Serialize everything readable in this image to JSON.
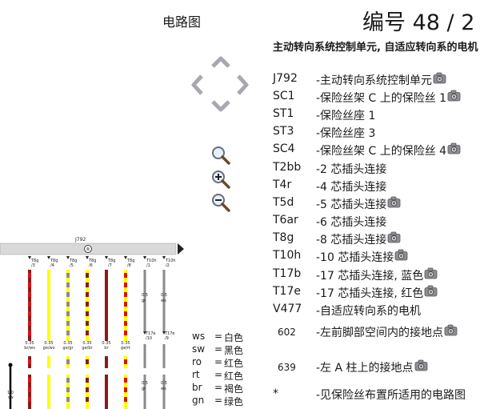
{
  "header": {
    "diagram_title": "电路图",
    "page_number": "编号  48 / 2"
  },
  "heading": "主动转向系统控制单元, 自适应转向系的电机",
  "legend": [
    {
      "code": "J792",
      "desc": "-主动转向系统控制单元",
      "camera": true
    },
    {
      "code": "SC1",
      "desc": "-保险丝架 C 上的保险丝 1",
      "camera": true
    },
    {
      "code": "ST1",
      "desc": "-保险丝座 1",
      "camera": false
    },
    {
      "code": "ST3",
      "desc": "-保险丝座 3",
      "camera": false
    },
    {
      "code": "SC4",
      "desc": "-保险丝架 C 上的保险丝 4",
      "camera": true
    },
    {
      "code": "T2bb",
      "desc": "-2 芯插头连接",
      "camera": false
    },
    {
      "code": "T4r",
      "desc": "-4 芯插头连接",
      "camera": false
    },
    {
      "code": "T5d",
      "desc": "-5 芯插头连接",
      "camera": true
    },
    {
      "code": "T6ar",
      "desc": "-6 芯插头连接",
      "camera": false
    },
    {
      "code": "T8g",
      "desc": "-8 芯插头连接",
      "camera": true
    },
    {
      "code": "T10h",
      "desc": "-10 芯插头连接",
      "camera": true
    },
    {
      "code": "T17b",
      "desc": "-17 芯插头连接, 蓝色",
      "camera": true
    },
    {
      "code": "T17e",
      "desc": "-17 芯插头连接, 红色",
      "camera": true
    },
    {
      "code": "V477",
      "desc": "-自适应转向系的电机",
      "camera": false
    },
    {
      "code": "602",
      "desc": "-左前脚部空间内的接地点",
      "camera": true
    },
    {
      "code": "639",
      "desc": "-左 A 柱上的接地点",
      "camera": true
    },
    {
      "code": "*",
      "desc": "-见保险丝布置所适用的电路图",
      "camera": false
    }
  ],
  "color_key": [
    {
      "abbr": "ws",
      "name": "白色"
    },
    {
      "abbr": "sw",
      "name": "黑色"
    },
    {
      "abbr": "ro",
      "name": "红色"
    },
    {
      "abbr": "rt",
      "name": "红色"
    },
    {
      "abbr": "br",
      "name": "褐色"
    },
    {
      "abbr": "gn",
      "name": "绿色"
    }
  ],
  "diagram": {
    "component_label": "J792",
    "pins": [
      "/3",
      "/4",
      "/5",
      "/6",
      "/7",
      "/8",
      "/1",
      "/2"
    ],
    "connector_prefix": [
      "T8g",
      "T8g",
      "T8g",
      "T8g",
      "T8g",
      "T8g",
      "T10h",
      "T10h"
    ],
    "wire_labels": [
      "br/ws",
      "ge/ws",
      "ge/gr",
      "ge/br",
      "br",
      "ge/rt",
      "gr",
      "ws"
    ],
    "wire_gauge": "0.35",
    "wire_gauge_thick": "0.5",
    "t17_labels": [
      "T17e",
      "T17e"
    ],
    "t17_pins": [
      "/10",
      "/9"
    ],
    "left_gauge": "1.0",
    "left_label": "sw",
    "asterisk": "*"
  },
  "colors": {
    "brown": "#8b1a1a",
    "yellow": "#ffff00",
    "gray": "#8a8a8a",
    "red": "#e01010",
    "icon_gray": "#a8a8b0",
    "bar": "#d9d9d9"
  },
  "icons": {
    "nav": [
      "arrow-up-icon",
      "arrow-left-icon",
      "arrow-right-icon",
      "arrow-down-icon"
    ],
    "zoom": [
      "zoom-fit-icon",
      "zoom-in-icon",
      "zoom-out-icon"
    ],
    "camera": "camera-icon"
  }
}
